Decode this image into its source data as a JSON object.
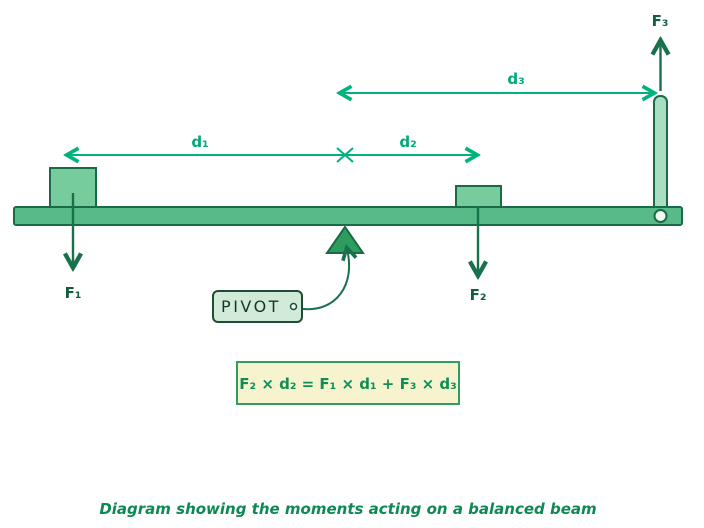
{
  "diagram": {
    "title": "Balanced beam moments diagram",
    "forces": {
      "f1": {
        "label": "F₁"
      },
      "f2": {
        "label": "F₂"
      },
      "f3": {
        "label": "F₃"
      }
    },
    "distances": {
      "d1": {
        "label": "d₁"
      },
      "d2": {
        "label": "d₂"
      },
      "d3": {
        "label": "d₃"
      }
    },
    "pivot_tag": {
      "label": "PIVOT"
    },
    "equation": {
      "text": "F₂ × d₂ = F₁ × d₁ + F₃ × d₃"
    },
    "caption": "Diagram showing the moments acting on a balanced beam",
    "colors": {
      "beam_fill": "#57ba88",
      "outline_stroke": "#1a6b45",
      "block_fill": "#76cc9c",
      "pivot_fill": "#2d9c5e",
      "rod_fill": "#a9dec2",
      "dimension_accent": "#00b37e",
      "force_label": "#155c3e",
      "tag_fill": "#d2ead8",
      "equation_box_fill": "#f7f3cf",
      "equation_text": "#0f8f55",
      "caption_color": "#0c8a52"
    }
  }
}
